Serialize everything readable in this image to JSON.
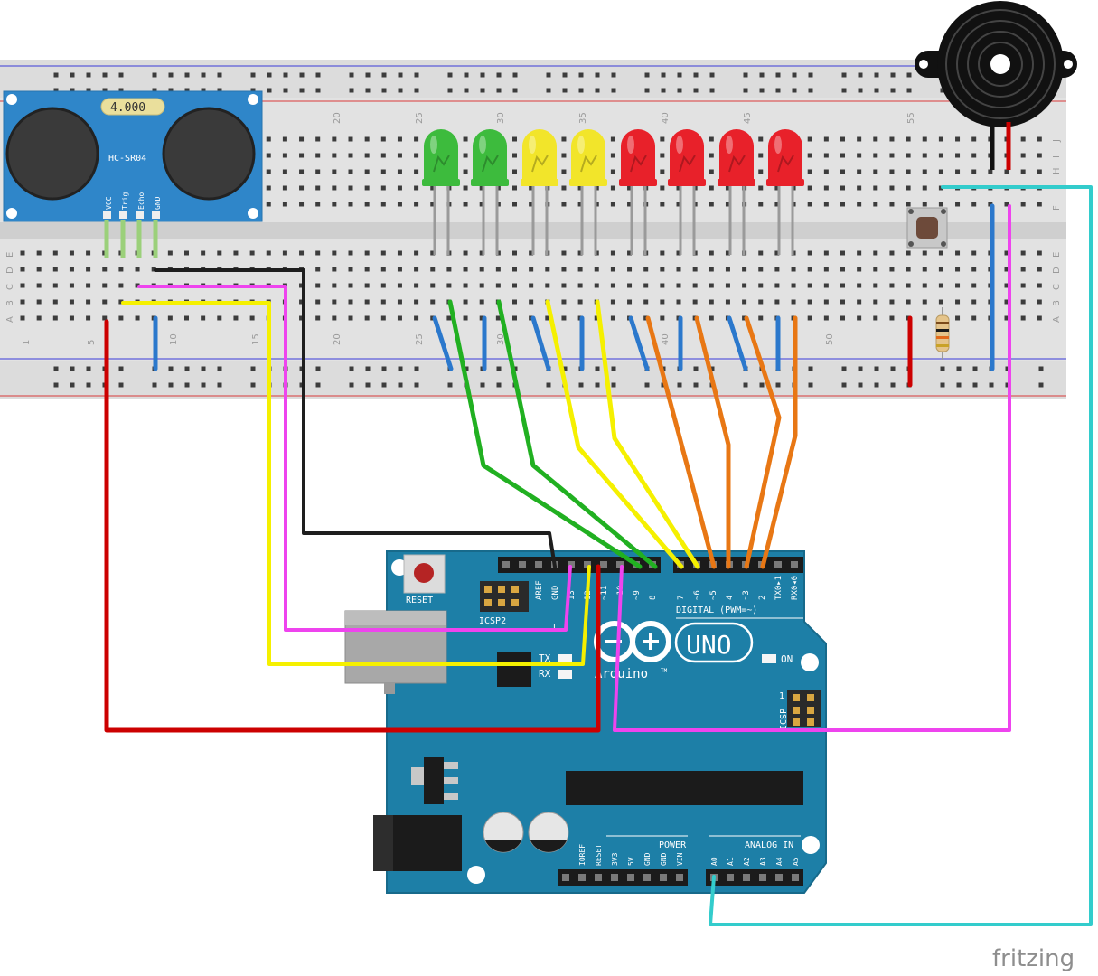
{
  "sensor": {
    "crystal_label": "4.000",
    "model_label": "HC-SR04",
    "pins": [
      "VCC",
      "Trig",
      "Echo",
      "GND"
    ]
  },
  "breadboard": {
    "column_numbers_top": [
      "20",
      "25",
      "30",
      "35",
      "40",
      "45",
      "55"
    ],
    "column_numbers_bottom": [
      "1",
      "5",
      "10",
      "15",
      "20",
      "25",
      "30",
      "40",
      "50"
    ],
    "row_letters_right_top": [
      "J",
      "I",
      "H",
      "F"
    ],
    "row_letters_right_bottom": [
      "E",
      "D",
      "C",
      "B",
      "A"
    ],
    "row_letters_left": [
      "E",
      "D",
      "C",
      "B",
      "A"
    ]
  },
  "leds": [
    {
      "color": "#3dbb3d"
    },
    {
      "color": "#3dbb3d"
    },
    {
      "color": "#f2e52a"
    },
    {
      "color": "#f2e52a"
    },
    {
      "color": "#e8212a"
    },
    {
      "color": "#e8212a"
    },
    {
      "color": "#e8212a"
    },
    {
      "color": "#e8212a"
    }
  ],
  "arduino": {
    "reset_label": "RESET",
    "icsp2_label": "ICSP2",
    "icsp_label": "ICSP",
    "icsp_pin1_label": "1",
    "tx_label": "TX",
    "rx_label": "RX",
    "l_label": "L",
    "on_label": "ON",
    "brand_label": "Arduino",
    "tm_label": "TM",
    "model_label": "UNO",
    "digital_label": "DIGITAL (PWM=~)",
    "power_label": "POWER",
    "analog_label": "ANALOG IN",
    "digital_pins": [
      "AREF",
      "GND",
      "13",
      "12",
      "~11",
      "~10",
      "~9",
      "8",
      "7",
      "~6",
      "~5",
      "4",
      "~3",
      "2",
      "TX0▸1",
      "RX0◂0"
    ],
    "power_pins": [
      "IOREF",
      "RESET",
      "3V3",
      "5V",
      "GND",
      "GND",
      "VIN"
    ],
    "analog_pins": [
      "A0",
      "A1",
      "A2",
      "A3",
      "A4",
      "A5"
    ]
  },
  "watermark": "fritzing",
  "colors": {
    "board_blue": "#1d7fa7",
    "wire_red": "#cc0000",
    "wire_black": "#1e1e1e",
    "wire_yellow": "#f5f000",
    "wire_magenta": "#ee44ee",
    "wire_green": "#21b021",
    "wire_orange": "#e87714",
    "wire_blue": "#2b78cc",
    "wire_cyan": "#33cccc"
  }
}
